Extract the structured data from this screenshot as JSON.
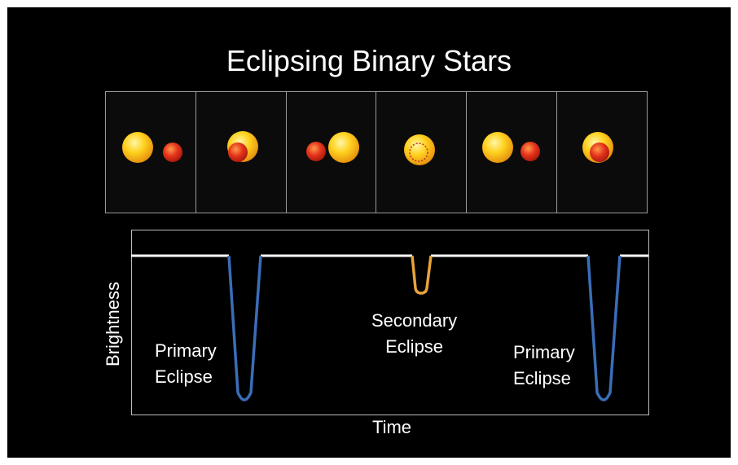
{
  "diagram": {
    "title": "Eclipsing Binary Stars",
    "y_axis_label": "Brightness",
    "x_axis_label": "Time",
    "colors": {
      "background": "#000000",
      "baseline": "#ffffff",
      "primary_dip": "#3b6db8",
      "secondary_dip": "#e8a33c",
      "large_star": "#ffd21f",
      "small_star": "#e5341c"
    },
    "phases": [
      {
        "arrangement": "yellow-left-red-right",
        "eclipse": "none"
      },
      {
        "arrangement": "red-in-front-of-yellow",
        "eclipse": "primary"
      },
      {
        "arrangement": "red-left-yellow-right",
        "eclipse": "none"
      },
      {
        "arrangement": "red-behind-yellow",
        "eclipse": "secondary"
      },
      {
        "arrangement": "yellow-left-red-right",
        "eclipse": "none"
      },
      {
        "arrangement": "red-in-front-of-yellow",
        "eclipse": "primary"
      }
    ],
    "annotations": {
      "primary_1": [
        "Primary",
        "Eclipse"
      ],
      "secondary": [
        "Secondary",
        "Eclipse"
      ],
      "primary_2": [
        "Primary",
        "Eclipse"
      ]
    }
  }
}
